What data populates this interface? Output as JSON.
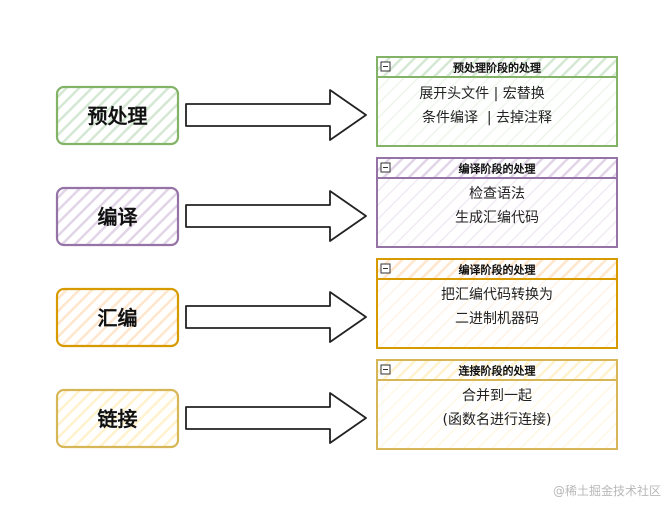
{
  "colors": {
    "green": {
      "stroke": "#82b366",
      "fill": "#d5e8d4"
    },
    "purple": {
      "stroke": "#9673a6",
      "fill": "#e1d5e7"
    },
    "orange": {
      "stroke": "#d79b00",
      "fill": "#ffe6cc"
    },
    "yellow": {
      "stroke": "#d6b656",
      "fill": "#fff2cc"
    }
  },
  "stages": [
    {
      "id": "preprocess",
      "color": "green",
      "label": "预处理",
      "panel_title": "预处理阶段的处理",
      "lines": [
        "展开头文件 | 宏替换",
        "条件编译  | 去掉注释"
      ]
    },
    {
      "id": "compile",
      "color": "purple",
      "label": "编译",
      "panel_title": "编译阶段的处理",
      "lines": [
        "检查语法",
        "生成汇编代码"
      ]
    },
    {
      "id": "assemble",
      "color": "orange",
      "label": "汇编",
      "panel_title": "编译阶段的处理",
      "lines": [
        "把汇编代码转换为",
        "二进制机器码"
      ]
    },
    {
      "id": "link",
      "color": "yellow",
      "label": "链接",
      "panel_title": "连接阶段的处理",
      "lines": [
        "合并到一起",
        "(函数名进行连接)"
      ]
    }
  ],
  "watermark": "@稀土掘金技术社区"
}
